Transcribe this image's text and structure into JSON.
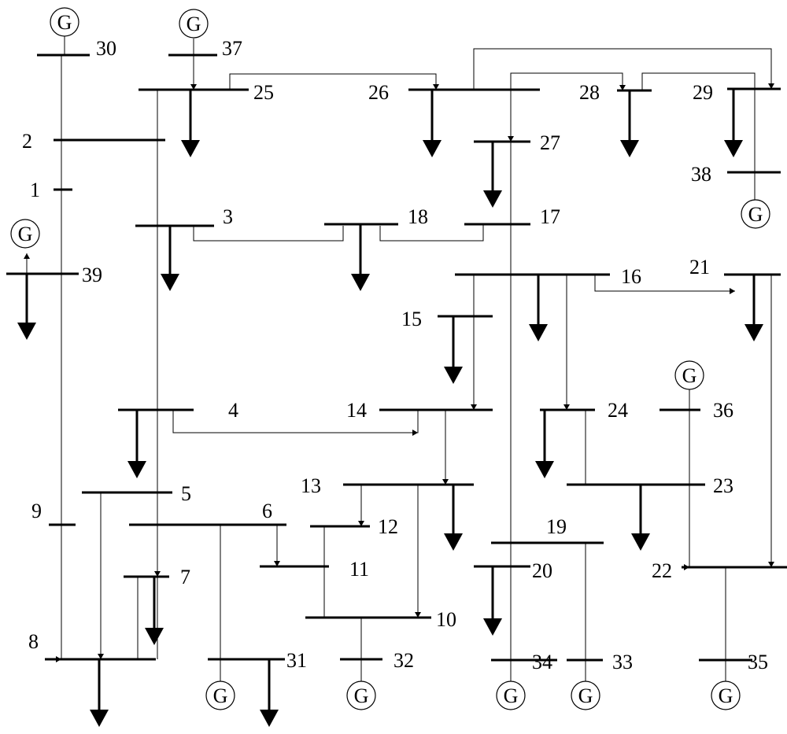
{
  "diagram": {
    "bus_labels": [
      "1",
      "2",
      "3",
      "4",
      "5",
      "6",
      "7",
      "8",
      "9",
      "10",
      "11",
      "12",
      "13",
      "14",
      "15",
      "16",
      "17",
      "18",
      "19",
      "20",
      "21",
      "22",
      "23",
      "24",
      "25",
      "26",
      "27",
      "28",
      "29",
      "30",
      "31",
      "32",
      "33",
      "34",
      "35",
      "36",
      "37",
      "38",
      "39"
    ],
    "generator_symbol": "G",
    "colors": {
      "ink": "#000000",
      "background": "#ffffff"
    }
  }
}
